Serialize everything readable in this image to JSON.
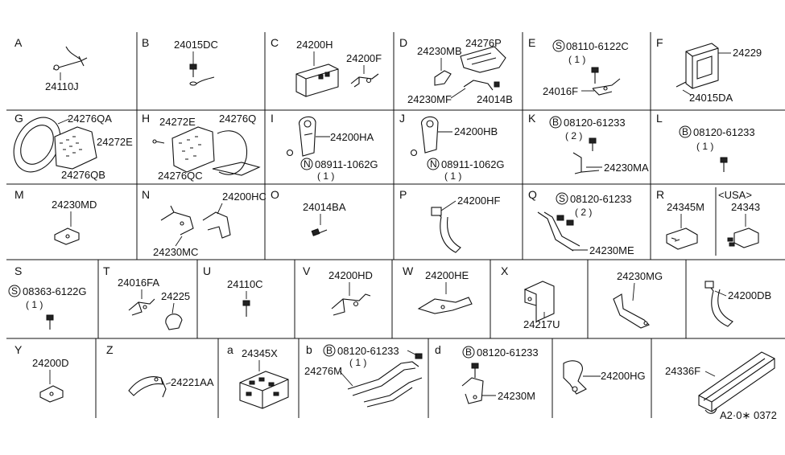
{
  "cells": {
    "A": {
      "letter": "A",
      "parts": [
        "24110J"
      ]
    },
    "B": {
      "letter": "B",
      "parts": [
        "24015DC"
      ]
    },
    "C": {
      "letter": "C",
      "parts": [
        "24200H",
        "24200F"
      ]
    },
    "D": {
      "letter": "D",
      "parts": [
        "24230MB",
        "24276P",
        "24230MF",
        "24014B"
      ]
    },
    "E": {
      "letter": "E",
      "ref": "08110-6122C",
      "ref_prefix": "S",
      "qty": "( 1 )",
      "parts": [
        "24016F"
      ]
    },
    "F": {
      "letter": "F",
      "parts": [
        "24229",
        "24015DA"
      ]
    },
    "G": {
      "letter": "G",
      "parts": [
        "24276QA",
        "24272E",
        "24276QB"
      ]
    },
    "H": {
      "letter": "H",
      "parts": [
        "24272E",
        "24276Q",
        "24276QC"
      ]
    },
    "I": {
      "letter": "I",
      "parts": [
        "24200HA"
      ],
      "ref": "08911-1062G",
      "ref_prefix": "N",
      "qty": "( 1 )"
    },
    "J": {
      "letter": "J",
      "parts": [
        "24200HB"
      ],
      "ref": "08911-1062G",
      "ref_prefix": "N",
      "qty": "( 1 )"
    },
    "K": {
      "letter": "K",
      "ref": "08120-61233",
      "ref_prefix": "B",
      "qty": "( 2 )",
      "parts": [
        "24230MA"
      ]
    },
    "L": {
      "letter": "L",
      "ref": "08120-61233",
      "ref_prefix": "B",
      "qty": "( 1 )"
    },
    "M": {
      "letter": "M",
      "parts": [
        "24230MD"
      ]
    },
    "N": {
      "letter": "N",
      "parts": [
        "24200HC",
        "24230MC"
      ]
    },
    "O": {
      "letter": "O",
      "parts": [
        "24014BA"
      ]
    },
    "P": {
      "letter": "P",
      "parts": [
        "24200HF"
      ]
    },
    "Q": {
      "letter": "Q",
      "ref": "08120-61233",
      "ref_prefix": "S",
      "qty": "( 2 )",
      "parts": [
        "24230ME"
      ]
    },
    "R": {
      "letter": "R",
      "parts": [
        "24345M"
      ]
    },
    "R2": {
      "region": "<USA>",
      "parts": [
        "24343"
      ]
    },
    "S": {
      "letter": "S",
      "ref": "08363-6122G",
      "ref_prefix": "S",
      "qty": "( 1 )"
    },
    "T": {
      "letter": "T",
      "parts": [
        "24016FA",
        "24225"
      ]
    },
    "U": {
      "letter": "U",
      "parts": [
        "24110C"
      ]
    },
    "V": {
      "letter": "V",
      "parts": [
        "24200HD"
      ]
    },
    "W": {
      "letter": "W",
      "parts": [
        "24200HE"
      ]
    },
    "X": {
      "letter": "X",
      "parts": [
        "24217U"
      ]
    },
    "X2": {
      "parts": [
        "24230MG"
      ]
    },
    "X3": {
      "parts": [
        "24200DB"
      ]
    },
    "Y": {
      "letter": "Y",
      "parts": [
        "24200D"
      ]
    },
    "Z": {
      "letter": "Z",
      "parts": [
        "24221AA"
      ]
    },
    "a": {
      "letter": "a",
      "parts": [
        "24345X"
      ]
    },
    "b": {
      "letter": "b",
      "ref": "08120-61233",
      "ref_prefix": "B",
      "qty": "( 1 )",
      "parts": [
        "24276M"
      ]
    },
    "d": {
      "letter": "d",
      "ref": "08120-61233",
      "ref_prefix": "B",
      "parts": [
        "24230M"
      ]
    },
    "d2": {
      "parts": [
        "24200HG"
      ]
    },
    "d3": {
      "parts": [
        "24336F"
      ]
    }
  },
  "footer_code": "A2·0∗ 0372"
}
